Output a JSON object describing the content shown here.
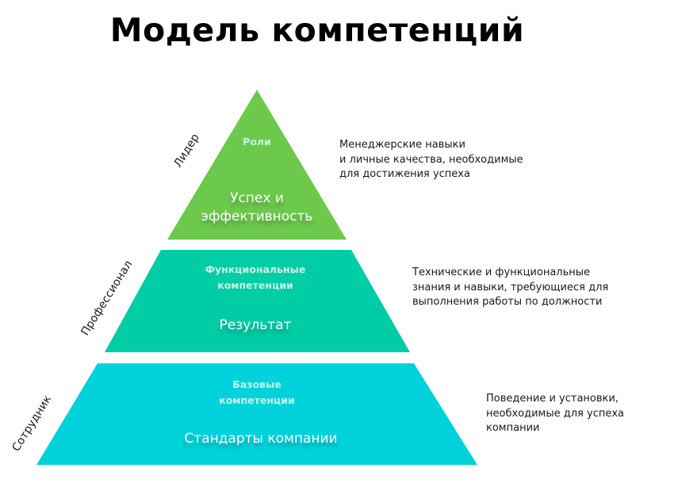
{
  "title": "Модель компетенций",
  "colors": {
    "top": "#6cc94b",
    "middle": "#00cca6",
    "bottom": "#00d2db",
    "label_text": "#c9f3e4",
    "main_text": "#ffffff"
  },
  "tiers": [
    {
      "level": "Лидер",
      "label": "Роли",
      "main_line1": "Успех и",
      "main_line2": "эффективность",
      "description": [
        "Менеджерские навыки",
        "и личные качества, необходимые",
        "для достижения успеха"
      ]
    },
    {
      "level": "Профессионал",
      "label_line1": "Функциональные",
      "label_line2": "компетенции",
      "main": "Результат",
      "description": [
        "Технические и функциональные",
        "знания и навыки, требующиеся для",
        "выполнения работы по должности"
      ]
    },
    {
      "level": "Сотрудник",
      "label_line1": "Базовые",
      "label_line2": "компетенции",
      "main": "Стандарты компании",
      "description": [
        "Поведение и установки,",
        "необходимые для успеха",
        "компании"
      ]
    }
  ]
}
